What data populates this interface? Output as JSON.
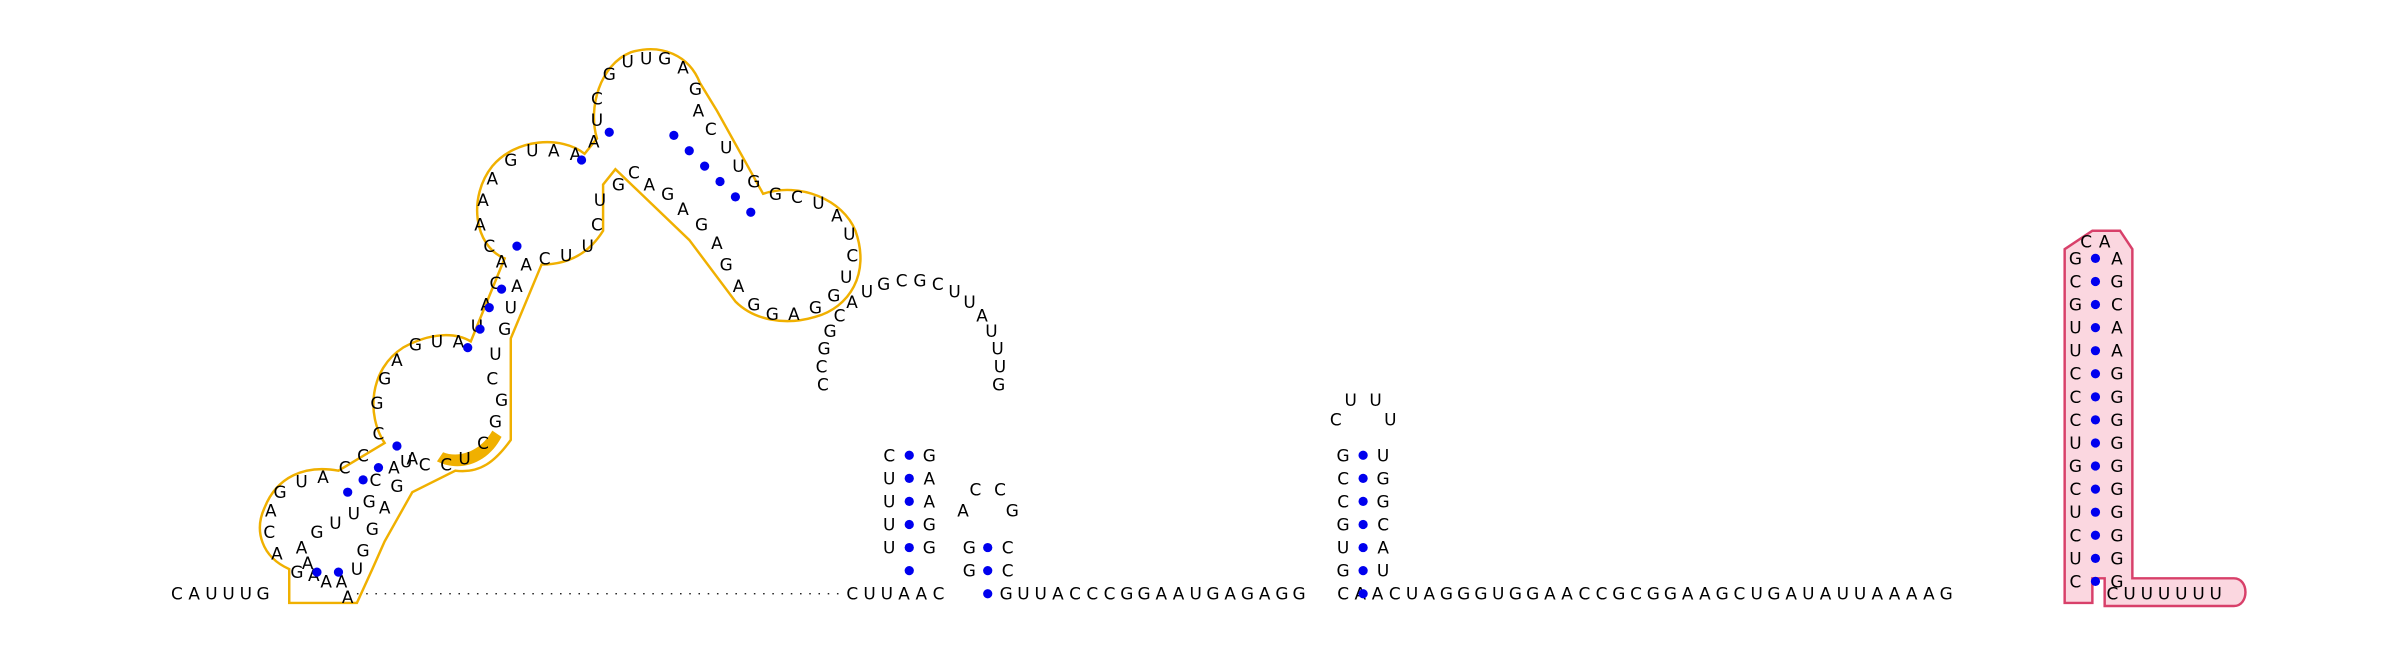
{
  "chart_data": {
    "type": "rna-secondary-structure",
    "backbone_5p": "CAUUUG",
    "backbone_mid_1": "CUUAAC",
    "backbone_mid_2": "GUUACCCGGAAUGAGAGG",
    "backbone_mid_3": "CAACUAGGGUGGAACCGCGGAAGCUGAUAUUAAAAG",
    "backbone_3p": "CUUUUUU",
    "hairpin_center_loop": "CCGGCAUGCGCUUAUUUG",
    "hairpin_center_stem_left": "CUUUU",
    "hairpin_center_stem_right": "GAAGG",
    "hairpin_small_loop": "ACCG",
    "hairpin_small_stem_left": "GG",
    "hairpin_small_stem_right": "CC",
    "hairpin_mid_loop": "CUUU",
    "hairpin_mid_stem_left": "GCCGUG",
    "hairpin_mid_stem_right": "UGGCAU",
    "hairpin_right_loop": "CA",
    "hairpin_right_stem_left": "GCGUUCCCUGCUCUC",
    "hairpin_right_stem_right": "AGCAAGGGGGGGGGG",
    "left_domain_labels": [
      "G",
      "A",
      "C",
      "A",
      "G",
      "U",
      "A",
      "C",
      "C",
      "C",
      "G",
      "G",
      "A",
      "G",
      "U",
      "A",
      "U",
      "A",
      "C",
      "A",
      "C",
      "A",
      "A",
      "A",
      "G",
      "U",
      "A",
      "A",
      "A",
      "U",
      "C",
      "G",
      "U",
      "U",
      "G",
      "A",
      "G",
      "A",
      "C",
      "U",
      "U",
      "G",
      "G",
      "C",
      "U",
      "A",
      "U",
      "C",
      "U",
      "G",
      "G",
      "A",
      "G",
      "G",
      "A",
      "G",
      "A",
      "G",
      "A",
      "G",
      "A",
      "C",
      "G",
      "U",
      "C",
      "U",
      "U",
      "C",
      "A",
      "A",
      "U",
      "G",
      "U",
      "C",
      "G",
      "G",
      "C",
      "U",
      "C",
      "C",
      "U",
      "G",
      "A",
      "G",
      "G",
      "U",
      "A",
      "A",
      "A",
      "A",
      "A",
      "G",
      "U",
      "U",
      "G",
      "C",
      "A",
      "A",
      "A",
      "G",
      "A",
      "A",
      "G"
    ],
    "highlight_colors": {
      "region_orange": "#f0b000",
      "region_pink": "#fbd7e0",
      "pink_outline": "#d8406a",
      "base_pair": "#0000ee"
    }
  }
}
